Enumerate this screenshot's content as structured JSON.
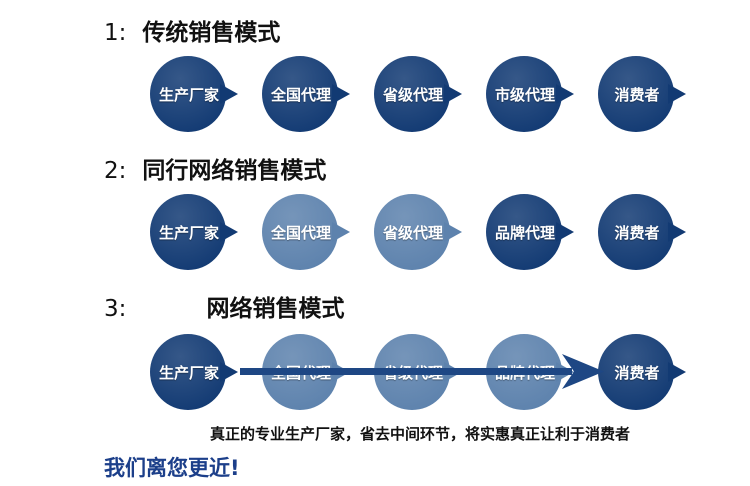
{
  "colors": {
    "dark": "#123a73",
    "light": "#5d82ad",
    "arrow": "#1e4784"
  },
  "rows": [
    {
      "num": "1:",
      "title": "传统销售模式",
      "nodes": [
        {
          "label": "生产厂家",
          "shade": "dark"
        },
        {
          "label": "全国代理",
          "shade": "dark"
        },
        {
          "label": "省级代理",
          "shade": "dark"
        },
        {
          "label": "市级代理",
          "shade": "dark"
        },
        {
          "label": "消费者",
          "shade": "dark"
        }
      ]
    },
    {
      "num": "2:",
      "title": "同行网络销售模式",
      "nodes": [
        {
          "label": "生产厂家",
          "shade": "dark"
        },
        {
          "label": "全国代理",
          "shade": "light"
        },
        {
          "label": "省级代理",
          "shade": "light"
        },
        {
          "label": "品牌代理",
          "shade": "dark"
        },
        {
          "label": "消费者",
          "shade": "dark"
        }
      ]
    },
    {
      "num": "3:",
      "title": "网络销售模式",
      "nodes": [
        {
          "label": "生产厂家",
          "shade": "dark"
        },
        {
          "label": "全国代理",
          "shade": "light"
        },
        {
          "label": "省级代理",
          "shade": "light"
        },
        {
          "label": "品牌代理",
          "shade": "light"
        },
        {
          "label": "消费者",
          "shade": "dark"
        }
      ]
    }
  ],
  "footer": "真正的专业生产厂家，省去中间环节，将实惠真正让利于消费者",
  "slogan": "我们离您更近!"
}
